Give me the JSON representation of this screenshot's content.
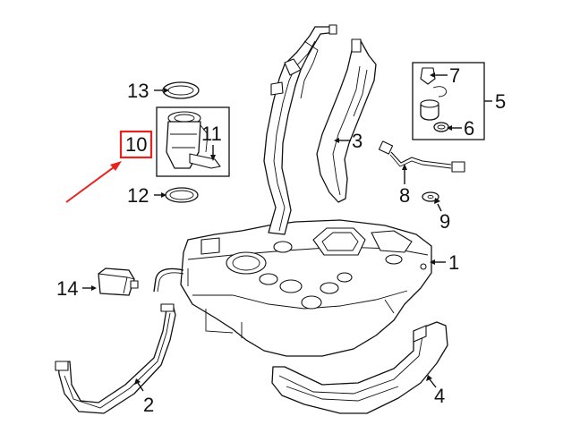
{
  "callouts": {
    "c1": "1",
    "c2": "2",
    "c3": "3",
    "c4": "4",
    "c5": "5",
    "c6": "6",
    "c7": "7",
    "c8": "8",
    "c9": "9",
    "c10": "10",
    "c11": "11",
    "c12": "12",
    "c13": "13",
    "c14": "14"
  },
  "highlight": {
    "box_color": "#e8231f",
    "arrow_color": "#e8231f",
    "highlighted_callout": "10"
  }
}
